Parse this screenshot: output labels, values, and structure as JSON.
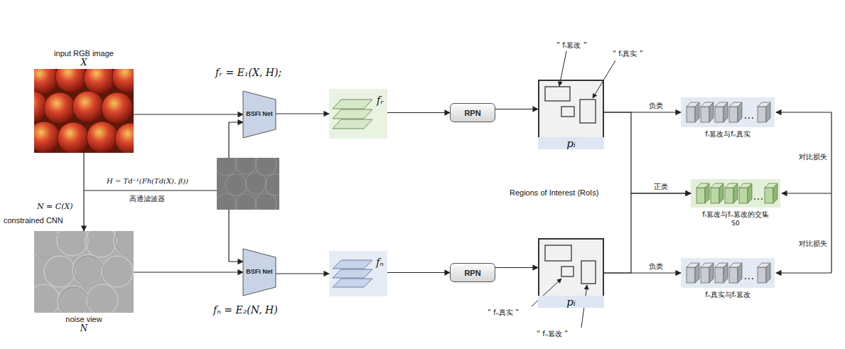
{
  "diagram": {
    "nodes": [
      {
        "text": [
          "input RGB image",
          "X"
        ]
      },
      {
        "text": [
          "BSFI Net"
        ]
      },
      {
        "text": [
          "fᵣ"
        ]
      },
      {
        "text": [
          "RPN"
        ]
      },
      {
        "text": [
          "pᵢ"
        ]
      },
      {
        "text": [
          "fᵣ篡改与fₙ真实"
        ]
      },
      {
        "text": [
          "fᵣ篡改与fₙ篡改的交集",
          "S0"
        ]
      },
      {
        "text": [
          "fₙ真实与fᵣ篡改"
        ]
      },
      {
        "text": [
          "noise view",
          "N"
        ]
      },
      {
        "text": [
          "BSFI Net"
        ]
      },
      {
        "text": [
          "fₙ"
        ]
      },
      {
        "text": [
          "RPN"
        ]
      },
      {
        "text": [
          "pᵢ"
        ]
      }
    ],
    "edges": [
      {
        "from": 0,
        "to": 1,
        "arrow": "to"
      },
      {
        "from": 1,
        "to": 2,
        "arrow": "to"
      },
      {
        "from": 2,
        "to": 3,
        "arrow": "to"
      },
      {
        "from": 3,
        "to": 4,
        "arrow": "to"
      },
      {
        "from": 4,
        "to": 5,
        "label": "负类",
        "arrow": "to"
      },
      {
        "from": 4,
        "to": 6,
        "label": "正类",
        "arrow": "to"
      },
      {
        "from": 0,
        "to": 8,
        "arrow": "to"
      },
      {
        "from": 8,
        "to": 9,
        "arrow": "to"
      },
      {
        "from": 9,
        "to": 10,
        "arrow": "to"
      },
      {
        "from": 10,
        "to": 11,
        "arrow": "to"
      },
      {
        "from": 11,
        "to": 12,
        "arrow": "to"
      },
      {
        "from": 12,
        "to": 6,
        "arrow": "to"
      },
      {
        "from": 12,
        "to": 7,
        "label": "负类",
        "arrow": "to"
      }
    ],
    "labels": [
      "fᵣ = E₁(X, H);",
      "H = Td⁻¹(Fh(Td(X), β))",
      "高通滤波器",
      "N = C(X)",
      "constrained CNN",
      "fₙ = E₂(N, H)",
      "Regions of Interest (RoIs)",
      "“ fᵣ篡改 ”",
      "“ fᵣ真实 ”",
      "“ fₙ真实 ”",
      "“ fₙ篡改 ”",
      "对比损失",
      "对比损失"
    ]
  }
}
